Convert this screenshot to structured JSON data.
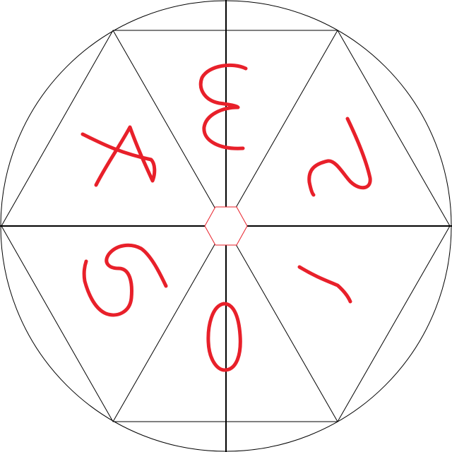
{
  "diagram": {
    "ink_color": "#000000",
    "digit_color": "#e8202a",
    "sectors": [
      {
        "id": "sector-0",
        "digit": "0"
      },
      {
        "id": "sector-1",
        "digit": "1"
      },
      {
        "id": "sector-2",
        "digit": "2"
      },
      {
        "id": "sector-3",
        "digit": "3"
      },
      {
        "id": "sector-4",
        "digit": "4"
      },
      {
        "id": "sector-5",
        "digit": "5"
      }
    ]
  }
}
